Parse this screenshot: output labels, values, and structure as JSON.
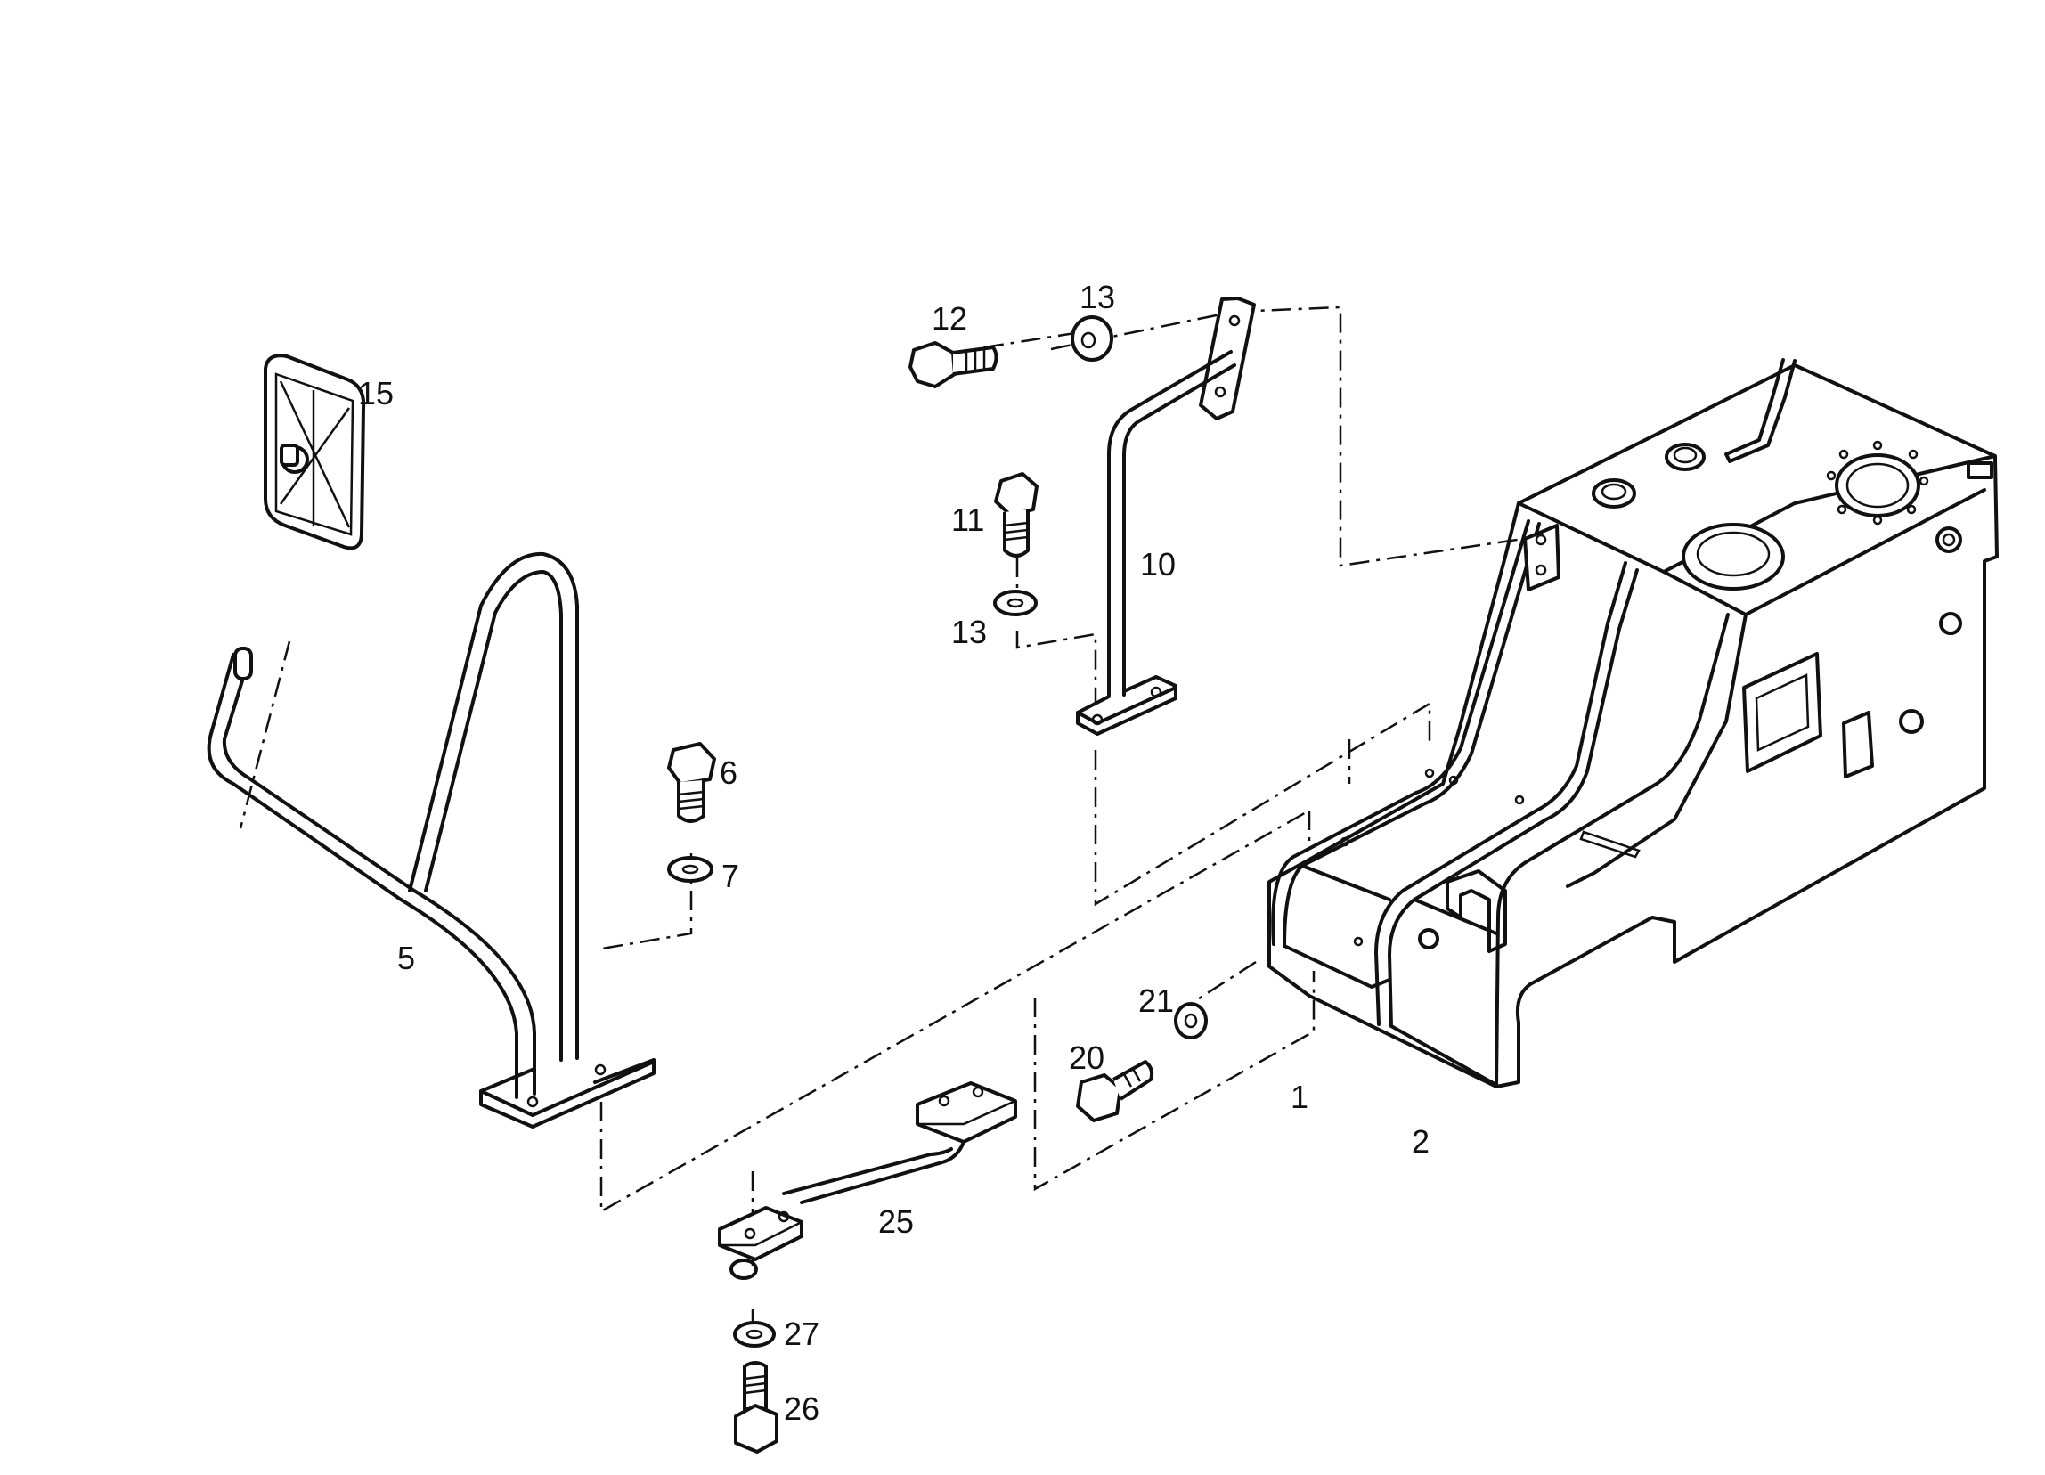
{
  "callouts": {
    "c1": "1",
    "c2": "2",
    "c5": "5",
    "c6": "6",
    "c7": "7",
    "c10": "10",
    "c11": "11",
    "c12": "12",
    "c13a": "13",
    "c13b": "13",
    "c15": "15",
    "c20": "20",
    "c21": "21",
    "c25": "25",
    "c26": "26",
    "c27": "27"
  }
}
